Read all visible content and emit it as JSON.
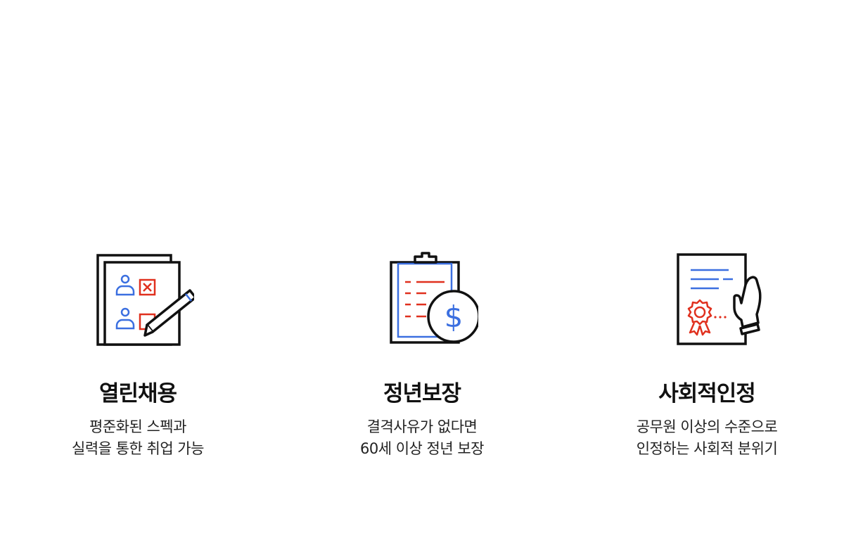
{
  "features": [
    {
      "title": "열린채용",
      "desc_line1": "평준화된 스펙과",
      "desc_line2": "실력을 통한 취업 가능",
      "icon": "resume-checklist-icon"
    },
    {
      "title": "정년보장",
      "desc_line1": "결격사유가 없다면",
      "desc_line2": "60세 이상 정년 보장",
      "icon": "clipboard-dollar-icon"
    },
    {
      "title": "사회적인정",
      "desc_line1": "공무원 이상의 수준으로",
      "desc_line2": "인정하는 사회적 분위기",
      "icon": "certificate-hand-icon"
    }
  ],
  "colors": {
    "stroke": "#111111",
    "blue": "#3b6fe0",
    "red": "#e0301e"
  }
}
